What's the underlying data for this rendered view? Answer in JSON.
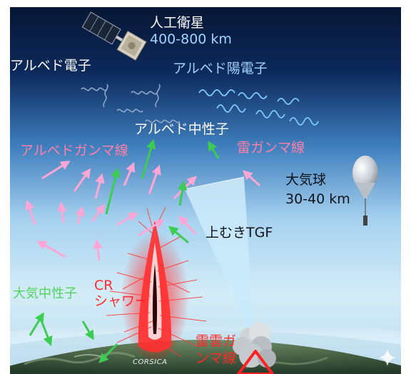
{
  "labels": {
    "satellite_name": "人工衛星",
    "satellite_alt": "400-800 km",
    "albedo_electron": "アルベド電子",
    "albedo_positron": "アルベド陽電子",
    "albedo_neutron": "アルベド中性子",
    "albedo_gamma": "アルベドガンマ線",
    "lightning_gamma": "雷ガンマ線",
    "balloon_name": "大気球",
    "balloon_alt": "30-40 km",
    "upward_tgf": "上むきTGF",
    "cr_line1": "CR",
    "cr_line2": "シャワー",
    "atm_neutron": "大気中性子",
    "corsica": "CORSICA",
    "cloud_gamma_line1": "雷雲ガ",
    "cloud_gamma_line2": "ンマ線"
  },
  "colors": {
    "space": "#0a1a3c",
    "sky_light": "#c9e6f6",
    "electron_wave": "#8fa8c8",
    "positron_wave": "#8fd0ff",
    "neutron_arrow": "#35c84a",
    "gamma_arrow": "#ff9fd0",
    "shower": "#ff2020",
    "tgf_cone": "#d8f4ff"
  },
  "icons": {
    "satellite": "satellite-icon",
    "balloon": "balloon-icon",
    "thundercloud": "thundercloud-icon",
    "warning_triangle": "red-triangle-icon",
    "sparkle": "sparkle-icon"
  }
}
